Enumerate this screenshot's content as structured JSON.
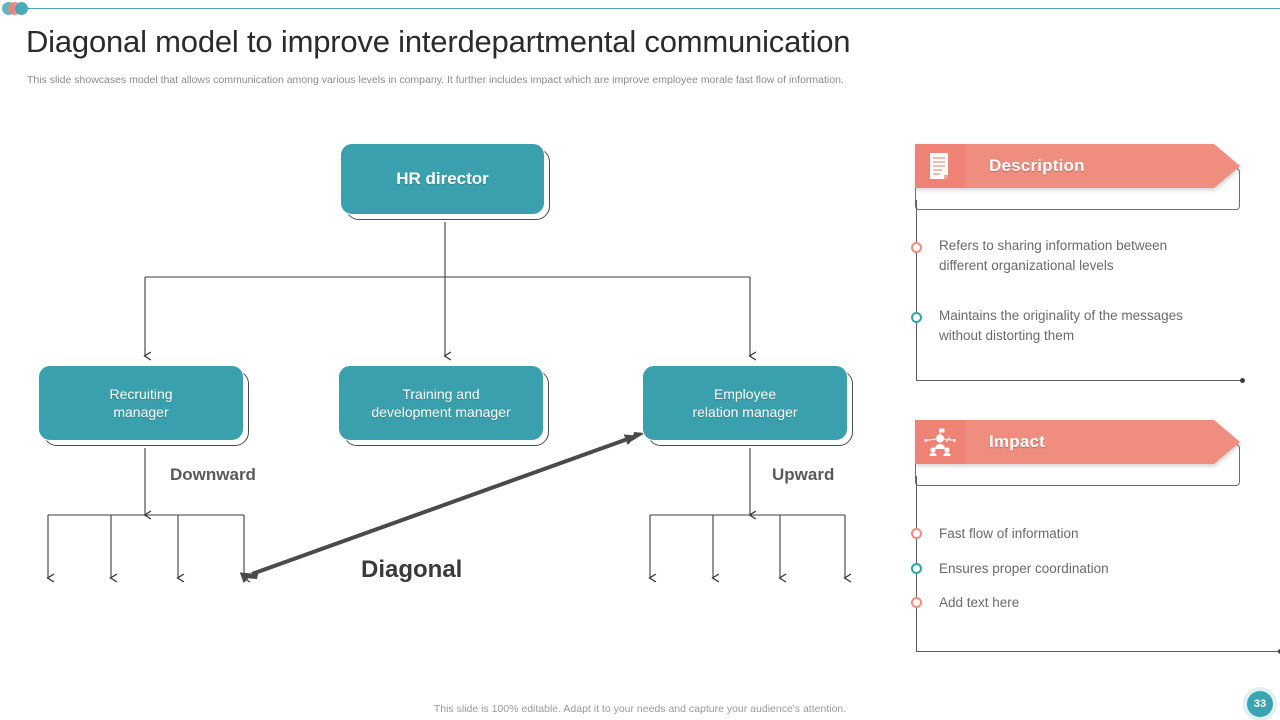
{
  "header": {
    "title": "Diagonal model to improve interdepartmental communication",
    "subtitle": "This slide showcases model that allows communication among various levels in company. It further includes impact which are improve employee morale fast flow of information."
  },
  "logo": {
    "name": "brand-dots-logo"
  },
  "org_chart": {
    "root": {
      "label": "HR director"
    },
    "managers": [
      {
        "label": "Recruiting\nmanager"
      },
      {
        "label": "Training and\ndevelopment manager"
      },
      {
        "label": "Employee\nrelation manager"
      }
    ],
    "flow_labels": {
      "downward": "Downward",
      "upward": "Upward",
      "diagonal": "Diagonal"
    }
  },
  "panels": [
    {
      "id": "description",
      "icon": "document-icon",
      "title": "Description",
      "items": [
        {
          "text": "Refers to sharing information between\ndifferent organizational levels",
          "dot_color": "#ef8d7f"
        },
        {
          "text": "Maintains the originality of the messages\nwithout distorting them",
          "dot_color": "#2fa3a8"
        }
      ]
    },
    {
      "id": "impact",
      "icon": "people-network-icon",
      "title": "Impact",
      "items": [
        {
          "text": "Fast flow of information",
          "dot_color": "#ef8d7f"
        },
        {
          "text": "Ensures proper coordination",
          "dot_color": "#2fa3a8"
        },
        {
          "text": "Add text here",
          "dot_color": "#ef8d7f"
        }
      ]
    }
  ],
  "footer": {
    "note": "This slide is 100% editable. Adapt it to your needs and capture your audience's attention.",
    "page_number": "33"
  },
  "colors": {
    "teal": "#3ba0ad",
    "coral": "#ef8d7f",
    "line": "#4a4a4a",
    "title": "#2b2b2b"
  }
}
